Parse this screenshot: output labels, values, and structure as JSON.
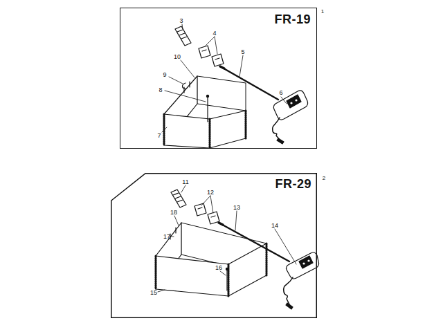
{
  "diagram": {
    "nodes": [
      {
        "text": [
          "FR-19"
        ]
      },
      {
        "text": [
          "FR-29"
        ]
      }
    ],
    "labels": [
      "1",
      "3",
      "4",
      "5",
      "6",
      "7",
      "8",
      "9",
      "10",
      "2",
      "11",
      "12",
      "13",
      "14",
      "15",
      "16",
      "17",
      "18"
    ]
  }
}
